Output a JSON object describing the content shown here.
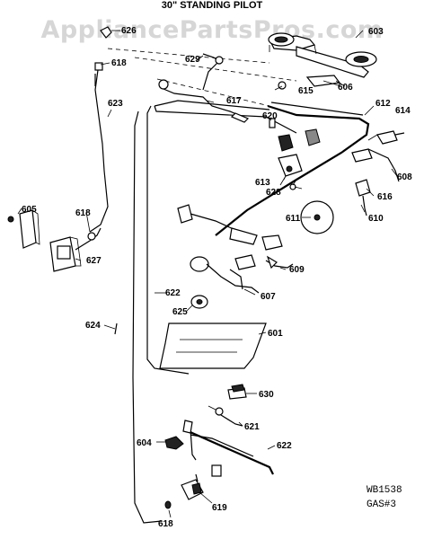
{
  "header": {
    "title": "30\" STANDING PILOT",
    "watermark": "AppliancePartsPros.com"
  },
  "footer": {
    "code_line1": "WB1538",
    "code_line2": "GAS#3"
  },
  "parts": [
    {
      "label": "626"
    },
    {
      "label": "618"
    },
    {
      "label": "629"
    },
    {
      "label": "603"
    },
    {
      "label": "615"
    },
    {
      "label": "606"
    },
    {
      "label": "617"
    },
    {
      "label": "623"
    },
    {
      "label": "612"
    },
    {
      "label": "620"
    },
    {
      "label": "614"
    },
    {
      "label": "608"
    },
    {
      "label": "613"
    },
    {
      "label": "628"
    },
    {
      "label": "616"
    },
    {
      "label": "605"
    },
    {
      "label": "618"
    },
    {
      "label": "611"
    },
    {
      "label": "610"
    },
    {
      "label": "627"
    },
    {
      "label": "609"
    },
    {
      "label": "622"
    },
    {
      "label": "607"
    },
    {
      "label": "625"
    },
    {
      "label": "624"
    },
    {
      "label": "601"
    },
    {
      "label": "630"
    },
    {
      "label": "621"
    },
    {
      "label": "604"
    },
    {
      "label": "622"
    },
    {
      "label": "619"
    },
    {
      "label": "618"
    }
  ]
}
